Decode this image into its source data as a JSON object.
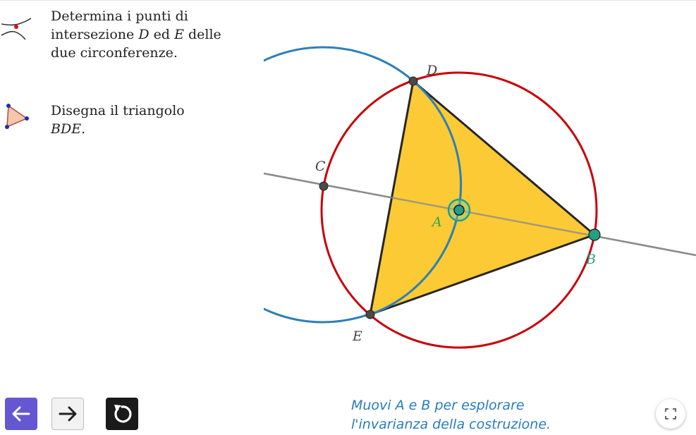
{
  "steps": [
    {
      "icon": "intersect-tool-icon",
      "parts": [
        "Determina i punti di intersezione ",
        "D",
        " ed ",
        "E",
        " delle due circonferenze."
      ]
    },
    {
      "icon": "polygon-tool-icon",
      "parts": [
        "Disegna il triangolo ",
        "BDE",
        "."
      ]
    }
  ],
  "geometry": {
    "labels": {
      "A": "A",
      "B": "B",
      "C": "C",
      "D": "D",
      "E": "E"
    },
    "colors": {
      "red_circle": "#c8000a",
      "blue_arc": "#2e7fb8",
      "line": "#8c8c8c",
      "triangle_fill": "#fcc72a",
      "triangle_edge": "#262626",
      "point_A": "#22a085",
      "point_B": "#22a085",
      "label_A": "#2fa84f",
      "label_B": "#22a085"
    }
  },
  "hint": {
    "line1": "Muovi A e B per esplorare",
    "line2": "l'invarianza della costruzione."
  },
  "nav": {
    "back_icon": "arrow-left-icon",
    "forward_icon": "arrow-right-icon",
    "reset_icon": "reset-icon",
    "fullscreen_icon": "fullscreen-icon"
  }
}
